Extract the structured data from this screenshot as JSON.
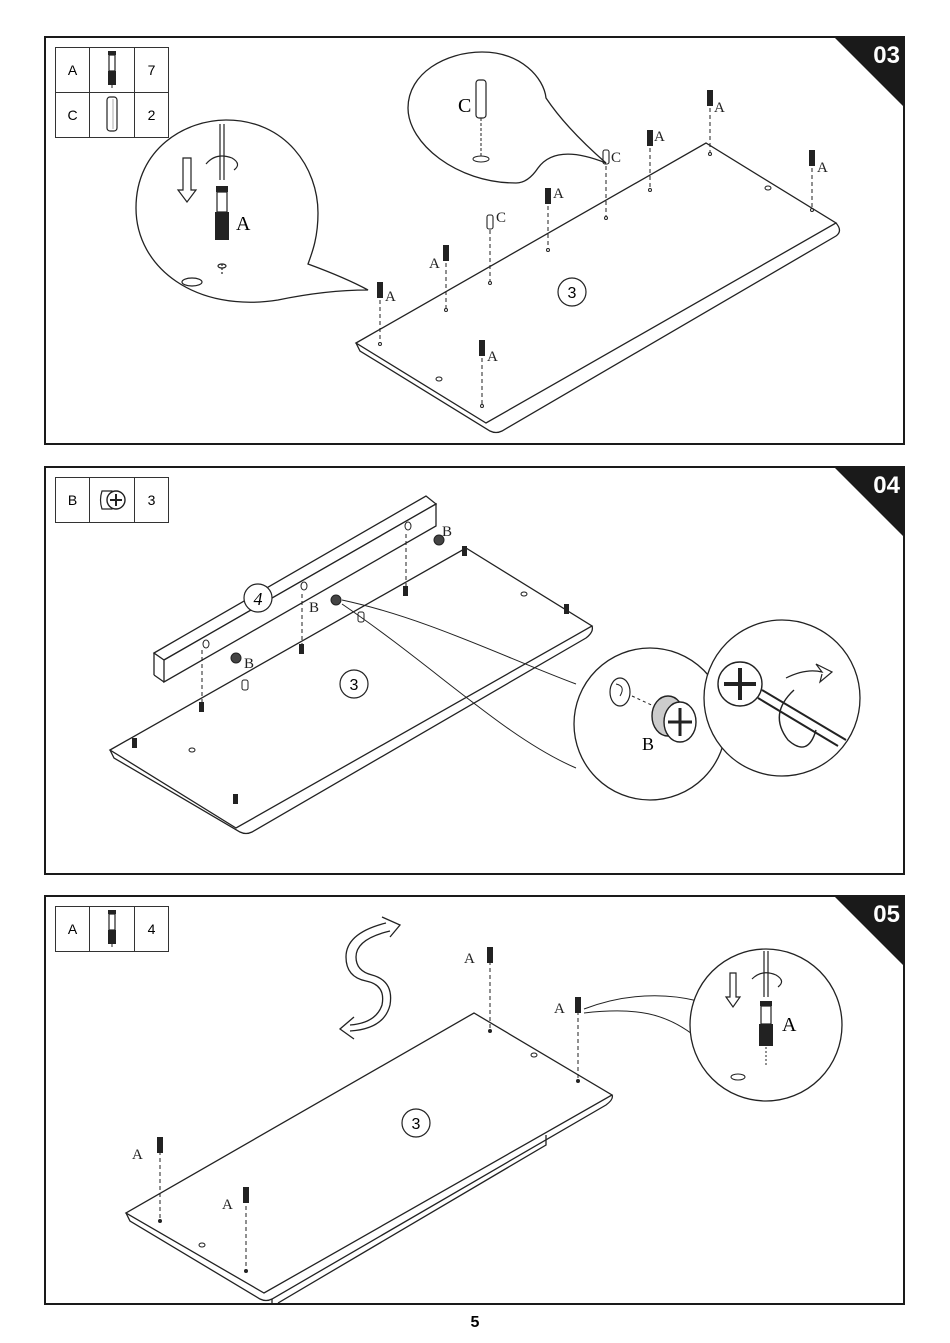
{
  "steps": [
    {
      "number": "03",
      "parts": [
        {
          "letter": "A",
          "icon": "cam-bolt-icon",
          "qty": "7"
        },
        {
          "letter": "C",
          "icon": "wooden-dowel-icon",
          "qty": "2"
        }
      ],
      "panel_label": "3",
      "labels": {
        "a": "A",
        "c": "C"
      }
    },
    {
      "number": "04",
      "parts": [
        {
          "letter": "B",
          "icon": "cam-lock-icon",
          "qty": "3"
        }
      ],
      "panel_label": "3",
      "rail_label": "4",
      "labels": {
        "b": "B"
      }
    },
    {
      "number": "05",
      "parts": [
        {
          "letter": "A",
          "icon": "cam-bolt-icon",
          "qty": "4"
        }
      ],
      "panel_label": "3",
      "labels": {
        "a": "A"
      }
    }
  ],
  "page_number": "5"
}
